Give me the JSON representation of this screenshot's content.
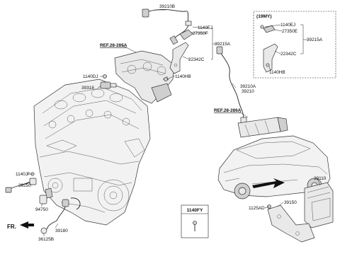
{
  "labels": {
    "l39210B": "39210B",
    "l1140EJ": "1140EJ",
    "l27350F": "27350F",
    "l39215A": "39215A",
    "l22342C": "22342C",
    "l1140HB": "1140HB",
    "l1140DJ": "1140DJ",
    "l39318": "39318",
    "l39210A": "39210A",
    "l39210": "39210",
    "l1140JF": "1140JF",
    "l39250": "39250",
    "l94750": "94750",
    "l39180": "39180",
    "l36125B": "36125B",
    "l39110": "39110",
    "l39150": "39150",
    "l1125AD": "1125AD"
  },
  "refs": {
    "ref285": "REF.28-285A",
    "ref286": "REF.28-286A"
  },
  "inset": {
    "title": "(19MY)",
    "l1140EJ": "1140EJ",
    "l27350E": "27350E",
    "l39215A": "39215A",
    "l22342C": "22342C",
    "l1140HB": "1140HB"
  },
  "fastener_box": {
    "title": "1140FY"
  },
  "direction": {
    "label": "FR."
  }
}
